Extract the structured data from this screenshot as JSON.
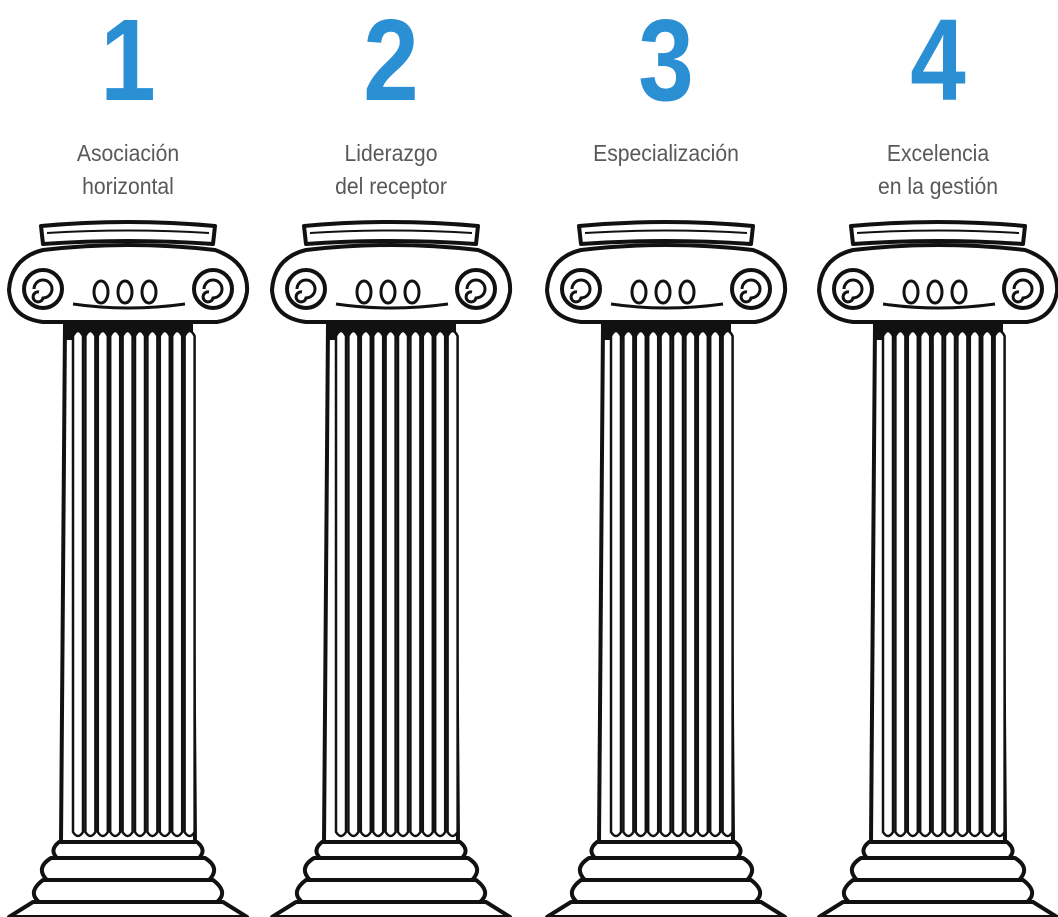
{
  "accent_color": "#2b8fd3",
  "label_color": "#58595b",
  "pillars": [
    {
      "number": "1",
      "label_lines": [
        "Asociación",
        "horizontal"
      ],
      "icon": "ionic-column-icon"
    },
    {
      "number": "2",
      "label_lines": [
        "Liderazgo",
        "del receptor"
      ],
      "icon": "ionic-column-icon"
    },
    {
      "number": "3",
      "label_lines": [
        "Especialización"
      ],
      "icon": "ionic-column-icon"
    },
    {
      "number": "4",
      "label_lines": [
        "Excelencia",
        "en la gestión"
      ],
      "icon": "ionic-column-icon"
    }
  ]
}
